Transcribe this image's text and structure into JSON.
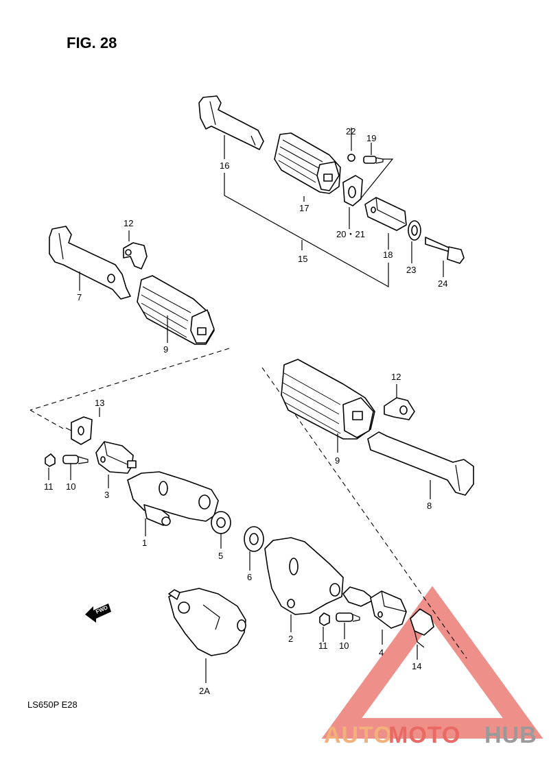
{
  "figure": {
    "title": "FIG. 28",
    "model_code": "LS650P  E28"
  },
  "callouts": {
    "c1": "1",
    "c2": "2",
    "c2a": "2A",
    "c3": "3",
    "c4": "4",
    "c5": "5",
    "c6": "6",
    "c7": "7",
    "c8": "8",
    "c9a": "9",
    "c9b": "9",
    "c10a": "10",
    "c10b": "10",
    "c11a": "11",
    "c11b": "11",
    "c12a": "12",
    "c12b": "12",
    "c13": "13",
    "c14": "14",
    "c15": "15",
    "c16": "16",
    "c17": "17",
    "c18": "18",
    "c19": "19",
    "c2021": "20・21",
    "c22": "22",
    "c23": "23",
    "c24": "24"
  },
  "fwd_marker": {
    "label": "FWD"
  },
  "watermark": {
    "part1": "AUTO",
    "part2": "MOTO",
    "part3": "HUB",
    "colors": {
      "auto": "#f3b07a",
      "moto": "#e86a63",
      "hub": "#9a9a9a",
      "triangle": "#e86a63"
    }
  }
}
